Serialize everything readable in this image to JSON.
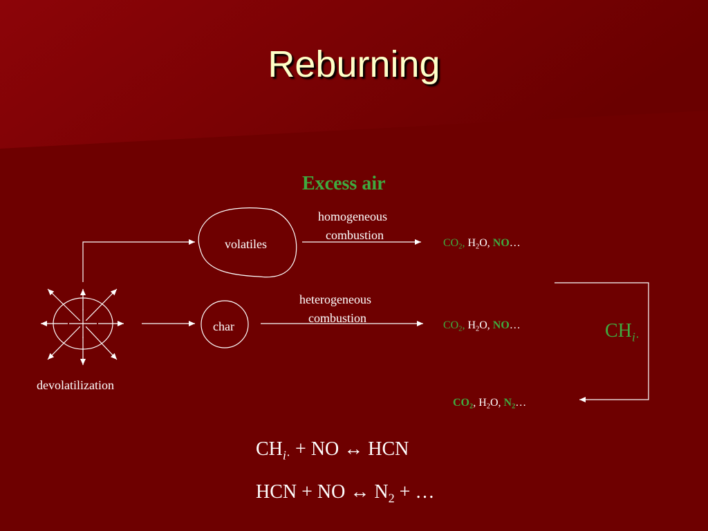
{
  "title": "Reburning",
  "excess_air": "Excess air",
  "labels": {
    "volatiles": "volatiles",
    "char": "char",
    "devolatilization": "devolatilization",
    "homogeneous": "homogeneous",
    "combustion_1": "combustion",
    "heterogeneous": "heterogeneous",
    "combustion_2": "combustion"
  },
  "products": {
    "co2_sym": "CO",
    "sub_2": "2",
    "comma": ",",
    "h2o_h": "H",
    "h2o_o": "O,",
    "no": "NO",
    "n": "N",
    "ellipsis": "…"
  },
  "chi": {
    "ch": "CH",
    "i": "i",
    "dot": "·"
  },
  "equations": {
    "eq1_rhs": " + NO ↔ HCN",
    "eq2_lhs": "HCN + NO ↔ N",
    "eq2_tail": " + …"
  },
  "colors": {
    "background": "#6e0000",
    "title": "#ffffc8",
    "green": "#3faa3f",
    "lines": "#ffffff"
  }
}
